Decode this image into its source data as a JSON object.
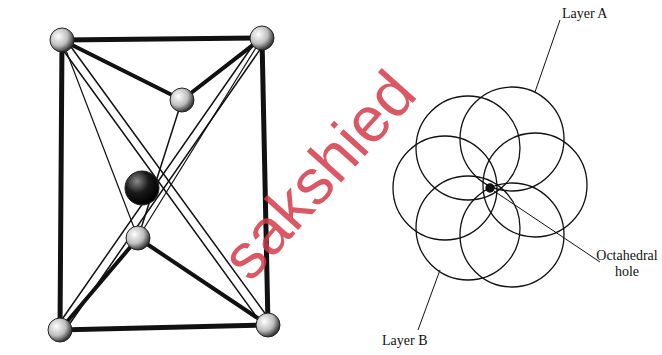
{
  "diagram": {
    "labels": [
      "Layer A",
      "Octahedral hole",
      "Layer B",
      "sakshied"
    ]
  }
}
